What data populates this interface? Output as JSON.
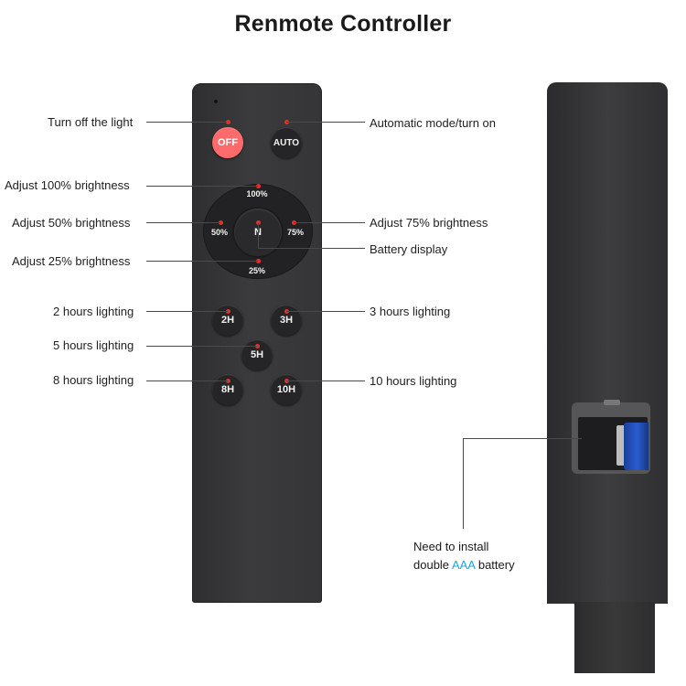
{
  "title": "Renmote Controller",
  "buttons": {
    "off": "OFF",
    "auto": "AUTO",
    "b100": "100%",
    "b50": "50%",
    "b75": "75%",
    "b25": "25%",
    "battery": "N",
    "h2": "2H",
    "h3": "3H",
    "h5": "5H",
    "h8": "8H",
    "h10": "10H"
  },
  "callouts": {
    "turn_off": "Turn off the light",
    "auto_mode": "Automatic mode/turn on",
    "b100": "Adjust 100% brightness",
    "b50": "Adjust 50% brightness",
    "b75": "Adjust 75% brightness",
    "battery": "Battery display",
    "b25": "Adjust 25% brightness",
    "h2": "2 hours lighting",
    "h3": "3 hours lighting",
    "h5": "5 hours lighting",
    "h8": "8 hours lighting",
    "h10": "10 hours lighting"
  },
  "battery_note": {
    "line1": "Need to install",
    "line2_pre": "double ",
    "line2_highlight": "AAA",
    "line2_post": " battery"
  },
  "colors": {
    "off_button": "#ff6b6b",
    "indicator_dot": "#e8302b",
    "aaa_highlight": "#1ba7d8",
    "remote_body": "#353537"
  }
}
